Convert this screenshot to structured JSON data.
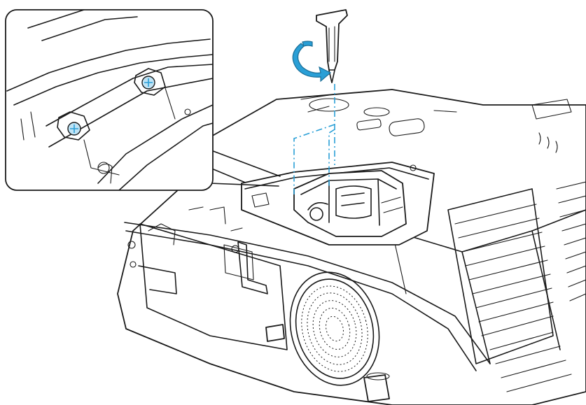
{
  "figure": {
    "type": "technical-illustration",
    "subject": "projector-lamp-cover-screws",
    "icons": [
      "projector-body",
      "lamp-unit",
      "screwdriver-icon",
      "rotate-counterclockwise-arrow-icon",
      "screw-icon",
      "detail-magnifier-callout"
    ],
    "colors": {
      "outline": "#1a1a1a",
      "accent": "#2a9fd6",
      "guide_line": "#2a9fd6",
      "background": "#ffffff"
    }
  }
}
